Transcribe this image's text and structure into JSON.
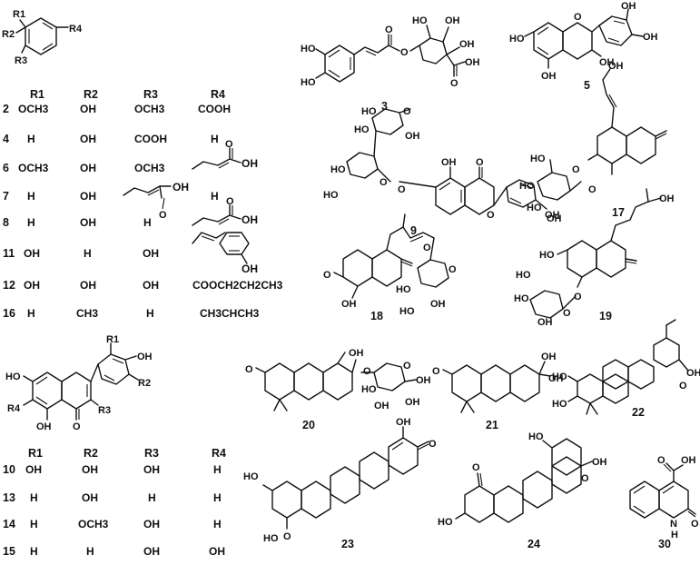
{
  "core_benzene": {
    "substituents": [
      "R1",
      "R2",
      "R3",
      "R4"
    ]
  },
  "core_flavone": {
    "substituents": [
      "R1",
      "R2",
      "R3",
      "R4"
    ],
    "atoms": [
      "OH",
      "HO",
      "OH",
      "O"
    ]
  },
  "table_top": {
    "headers": [
      "R1",
      "R2",
      "R3",
      "R4"
    ],
    "rows": [
      {
        "id": "2",
        "cells": [
          "OCH3",
          "OH",
          "OCH3",
          "COOH"
        ]
      },
      {
        "id": "4",
        "cells": [
          "H",
          "OH",
          "COOH",
          "H"
        ]
      },
      {
        "id": "6",
        "cells": [
          "OCH3",
          "OH",
          "OCH3",
          "OH"
        ]
      },
      {
        "id": "7",
        "cells": [
          "H",
          "OH",
          "OH",
          "H"
        ]
      },
      {
        "id": "8",
        "cells": [
          "H",
          "OH",
          "H",
          "OH"
        ]
      },
      {
        "id": "11",
        "cells": [
          "OH",
          "H",
          "OH",
          "OH"
        ]
      },
      {
        "id": "12",
        "cells": [
          "OH",
          "OH",
          "OH",
          "COOCH2CH2CH3"
        ]
      },
      {
        "id": "16",
        "cells": [
          "H",
          "CH3",
          "H",
          "CH3CHCH3"
        ]
      }
    ]
  },
  "table_bottom": {
    "headers": [
      "R1",
      "R2",
      "R3",
      "R4"
    ],
    "rows": [
      {
        "id": "10",
        "cells": [
          "OH",
          "OH",
          "OH",
          "H"
        ]
      },
      {
        "id": "13",
        "cells": [
          "H",
          "OH",
          "H",
          "H"
        ]
      },
      {
        "id": "14",
        "cells": [
          "H",
          "OCH3",
          "OH",
          "H"
        ]
      },
      {
        "id": "15",
        "cells": [
          "H",
          "H",
          "OH",
          "OH"
        ]
      }
    ]
  },
  "compounds": [
    {
      "id": "3",
      "atoms": [
        "HO",
        "HO",
        "O",
        "O",
        "HO",
        "OH",
        "OH",
        "OH",
        "O"
      ]
    },
    {
      "id": "5",
      "atoms": [
        "HO",
        "OH",
        "O",
        "OH",
        "OH",
        "OH"
      ]
    },
    {
      "id": "9",
      "atoms": [
        "HO",
        "HO",
        "O",
        "OH",
        "HO",
        "O",
        "HO",
        "O",
        "OH",
        "O",
        "O",
        "OH"
      ]
    },
    {
      "id": "17",
      "atoms": [
        "OH",
        "HO",
        "O",
        "HO",
        "HO",
        "O",
        "OH"
      ]
    },
    {
      "id": "18",
      "atoms": [
        "O",
        "OH",
        "O",
        "O",
        "HO",
        "HO",
        "OH"
      ]
    },
    {
      "id": "19",
      "atoms": [
        "OH",
        "HO",
        "HO",
        "O",
        "O",
        "HO",
        "OH"
      ]
    },
    {
      "id": "20",
      "atoms": [
        "O",
        "OH",
        "O",
        "O",
        "OH",
        "HO",
        "OH",
        "OH"
      ]
    },
    {
      "id": "21",
      "atoms": [
        "O",
        "OH",
        "OH"
      ]
    },
    {
      "id": "22",
      "atoms": [
        "HO",
        "HO",
        "OH",
        "O"
      ]
    },
    {
      "id": "23",
      "atoms": [
        "OH",
        "O",
        "HO",
        "HO",
        "O"
      ]
    },
    {
      "id": "24",
      "atoms": [
        "HO",
        "O",
        "HO",
        "OH",
        "O"
      ]
    },
    {
      "id": "30",
      "atoms": [
        "O",
        "OH",
        "N",
        "H",
        "O"
      ]
    }
  ]
}
